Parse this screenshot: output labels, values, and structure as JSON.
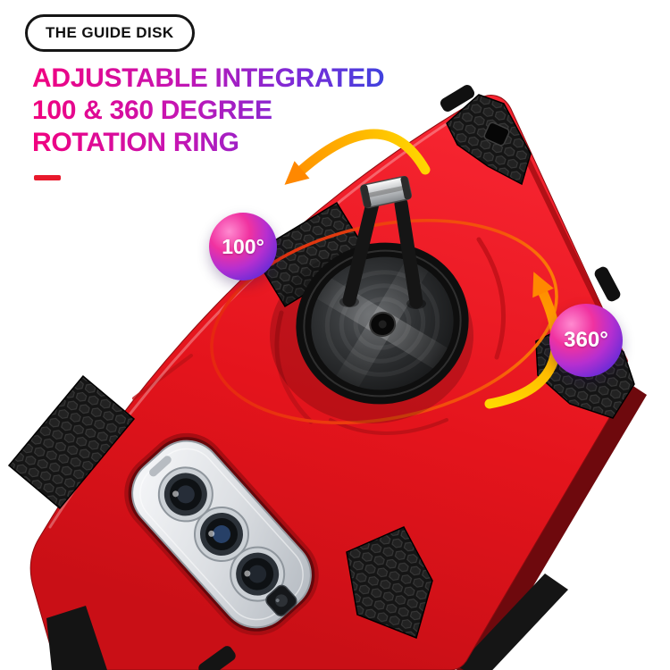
{
  "badge_pill": {
    "label": "THE GUIDE DISK"
  },
  "heading": {
    "line1": "ADJUSTABLE INTEGRATED",
    "line2": "100 & 360 DEGREE",
    "line3": "ROTATION RING"
  },
  "callouts": {
    "deg100": "100°",
    "deg360": "360°"
  },
  "icons": {
    "arrow_100": "curved-rotation-arrow",
    "arrow_360": "curved-rotation-arrow",
    "rotation_path": "ellipse-orbit-line"
  },
  "colors": {
    "background": "#ffffff",
    "case_red": "#e4141c",
    "case_groove_red": "#bf1117",
    "case_side_wall": "#6e090d",
    "bumper_black": "#151515",
    "arrow_yellow": "#ffd800",
    "arrow_orange": "#ff8c00",
    "rotation_path_orange": "#f4580a",
    "heading_gradient_start": "#f2017e",
    "heading_gradient_mid": "#8a2bd8",
    "heading_gradient_end": "#2c4ae0",
    "callout_pink": "#f032a0",
    "callout_purple": "#5b2bd8",
    "accent_dash": "#e8192c",
    "pill_border": "#151515",
    "pill_text": "#101010",
    "camera_silver": "#dcdfe3",
    "ring_metal": "#2e3032"
  }
}
